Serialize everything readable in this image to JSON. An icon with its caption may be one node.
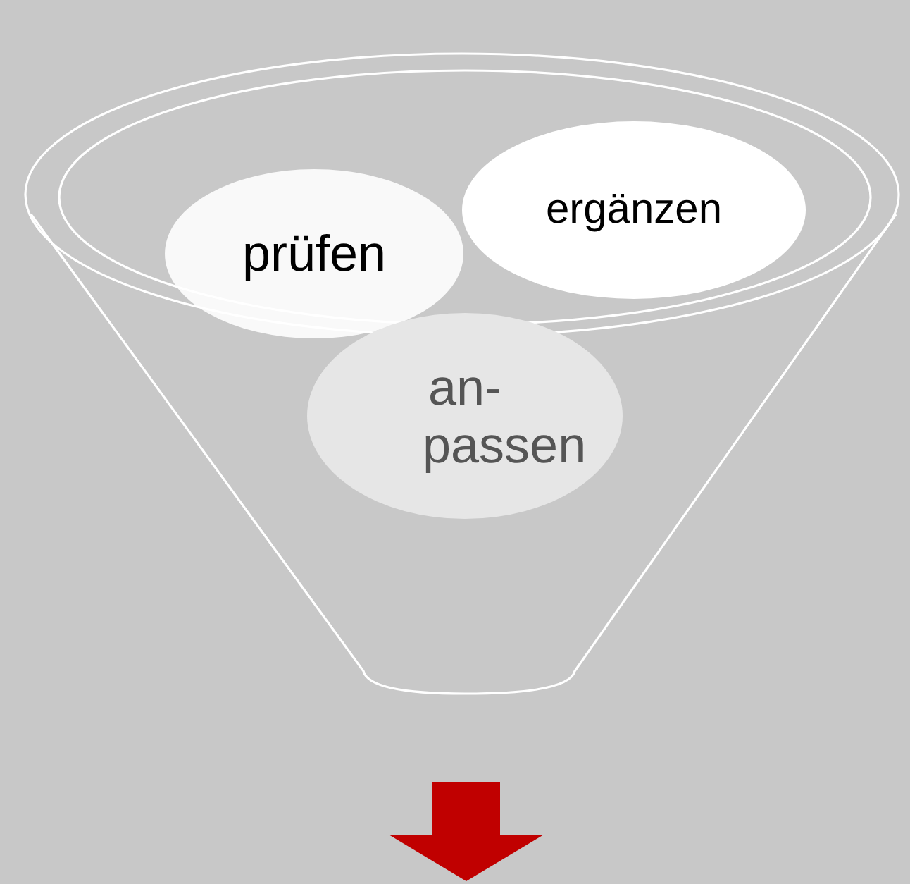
{
  "diagram": {
    "nodes": [
      {
        "text": [],
        "shape": "funnel"
      },
      {
        "text": [
          "prüfen"
        ],
        "in": 0
      },
      {
        "text": [
          "ergänzen"
        ],
        "in": 0
      },
      {
        "text": [
          "an- passen"
        ],
        "in": 0
      }
    ]
  }
}
